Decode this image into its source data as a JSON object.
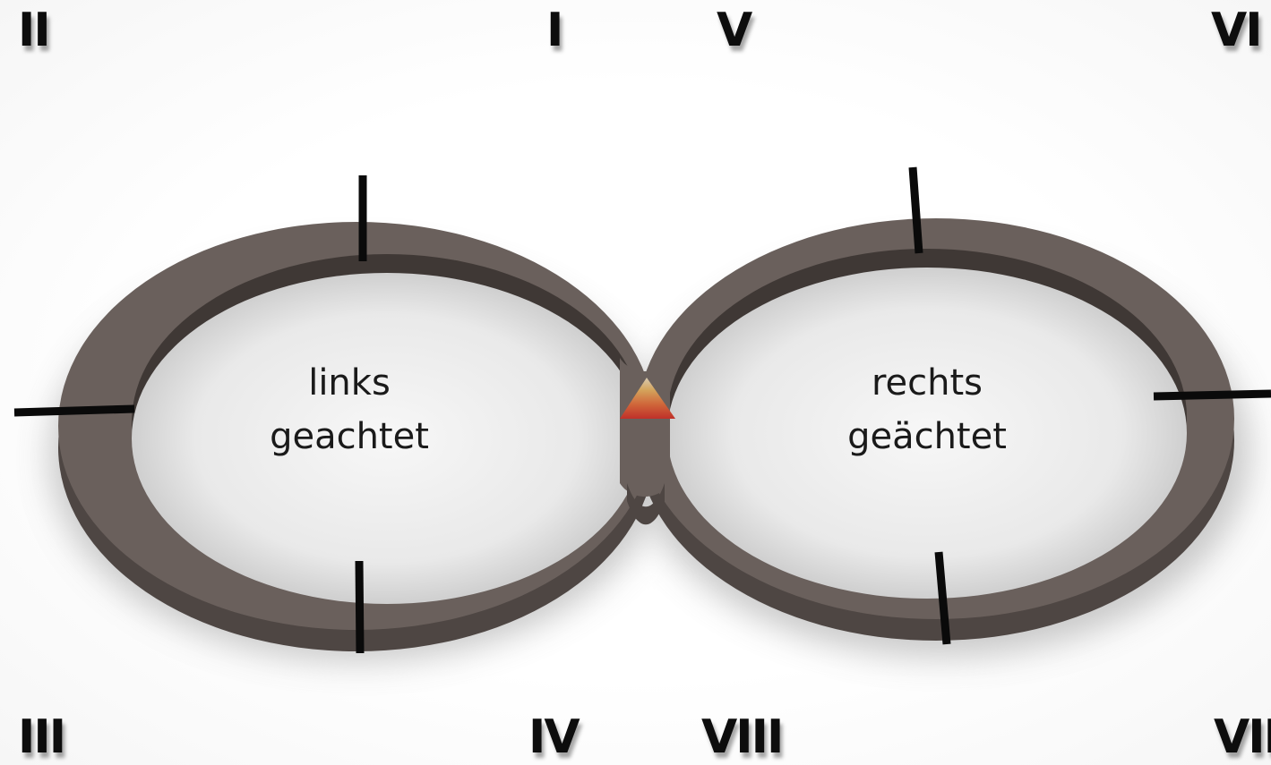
{
  "numerals": {
    "top_left": "II",
    "top_center_left": "I",
    "top_center_right": "V",
    "top_right": "VI",
    "bottom_left": "III",
    "bottom_center_left": "IV",
    "bottom_center_right": "VIII",
    "bottom_right": "VII"
  },
  "left_loop": {
    "line1": "links",
    "line2": "geachtet"
  },
  "right_loop": {
    "line1": "rechts",
    "line2": "geächtet"
  },
  "colors": {
    "ring_top": "#6b615d",
    "ring_side": "#4f4744",
    "marker": "#0a0a0a",
    "triangle_top": "#c9b79a",
    "triangle_bottom": "#c0392b"
  }
}
